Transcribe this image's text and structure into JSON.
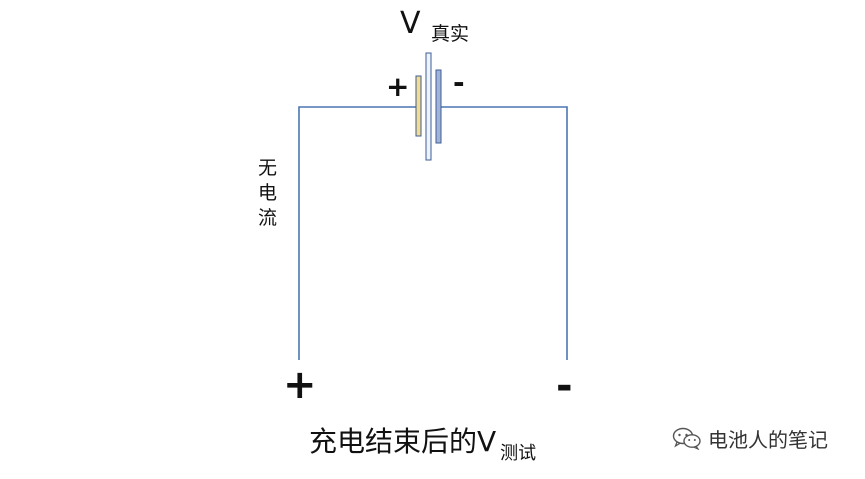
{
  "diagram": {
    "battery_voltage_symbol": "V",
    "battery_voltage_subscript": "真实",
    "battery_plus": "+",
    "battery_minus": "-",
    "wire_annotation": "无电流",
    "probe_plus": "+",
    "probe_minus": "-",
    "caption_main": "充电结束后的V",
    "caption_subscript": "测试"
  },
  "watermark": {
    "text": "电池人的笔记",
    "icon": "wechat-icon"
  },
  "colors": {
    "wire": "#4a76b3",
    "positive_plate_fill": "#f2dc8e",
    "negative_plate_fill": "#a2b3d8",
    "separator_fill": "#eef3fb",
    "plate_stroke": "#3d5c96"
  }
}
